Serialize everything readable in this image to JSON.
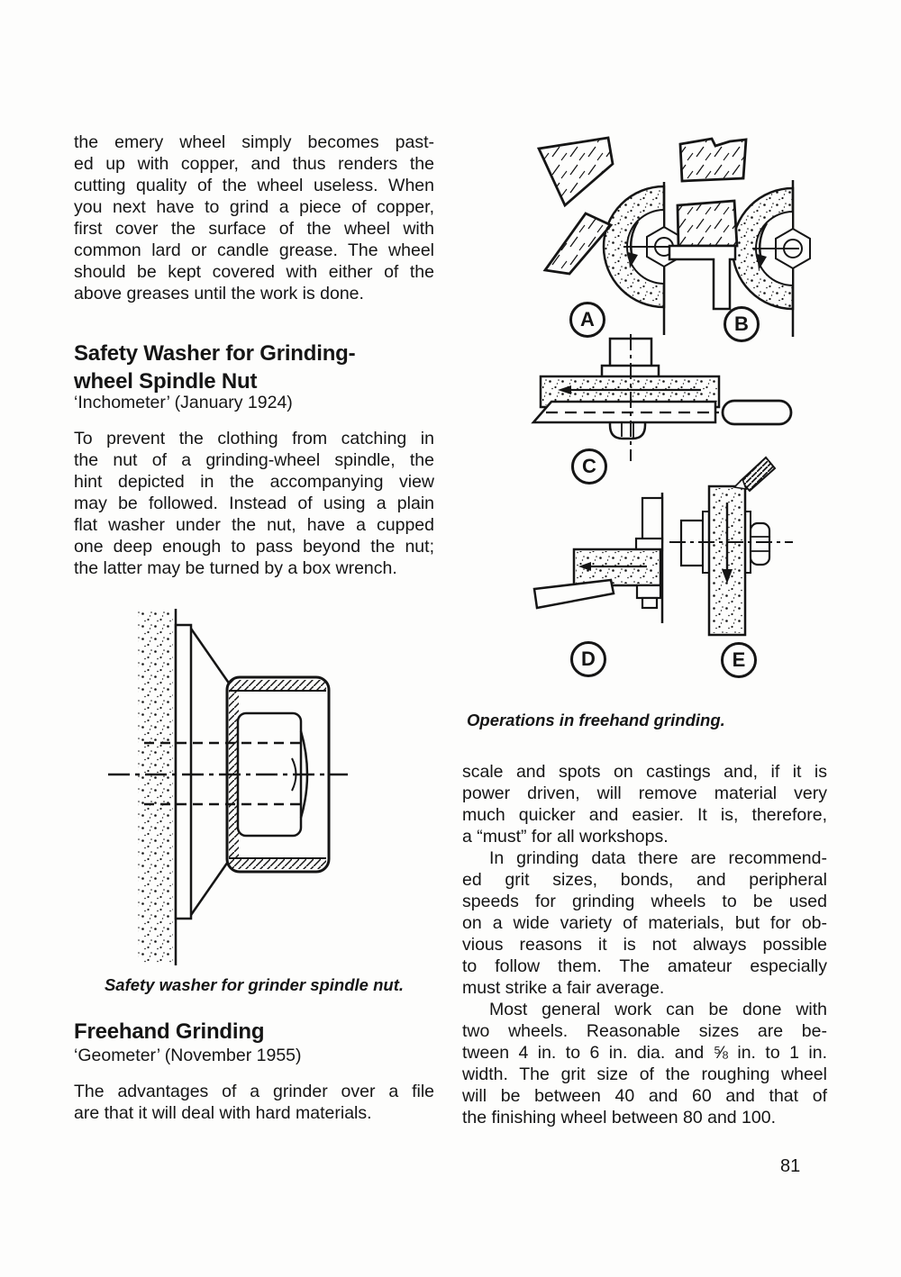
{
  "colors": {
    "ink": "#151515",
    "paper": "#fdfdfc"
  },
  "page_number": "81",
  "left_column": {
    "intro_para": {
      "lines": [
        "the emery wheel simply becomes past-",
        "ed up with copper, and thus renders the",
        "cutting quality of the wheel useless. When",
        "you next have to grind a piece of copper,",
        "first cover the surface of the wheel with",
        "common lard or candle grease. The wheel",
        "should be kept covered with either of the",
        "above greases until the work is done."
      ]
    },
    "section_safety_washer": {
      "title_lines": [
        "Safety Washer for Grinding-",
        "wheel Spindle Nut"
      ],
      "byline": "‘Inchometer’ (January 1924)",
      "body": {
        "lines": [
          "To prevent the clothing from catching in",
          "the nut of a grinding-wheel spindle, the",
          "hint depicted in the accompanying view",
          "may be followed. Instead of using a plain",
          "flat washer under the nut, have a cupped",
          "one deep enough to pass beyond the nut;",
          "the latter may be turned by a box wrench."
        ]
      },
      "figure_caption": "Safety washer for grinder spindle nut."
    },
    "section_freehand": {
      "title_lines": [
        "Freehand Grinding"
      ],
      "byline": "‘Geometer’ (November 1955)",
      "body": {
        "lines": [
          "The advantages of a grinder over a file",
          "are that it will deal with hard materials."
        ]
      }
    }
  },
  "right_column": {
    "figure": {
      "labels": [
        "A",
        "B",
        "C",
        "D",
        "E"
      ],
      "caption": "Operations in freehand grinding."
    },
    "para_continuation": {
      "lines": [
        "scale and spots on castings and, if it is",
        "power driven, will remove material very",
        "much quicker and easier. It is, therefore,",
        "a “must” for all workshops."
      ]
    },
    "para_grinding_data": {
      "lines": [
        "In grinding data there are recommend-",
        "ed grit sizes, bonds, and peripheral",
        "speeds for grinding wheels to be used",
        "on a wide variety of materials, but for ob-",
        "vious reasons it is not always possible",
        "to follow them. The amateur especially",
        "must strike a fair average."
      ]
    },
    "para_general_work": {
      "lines": [
        "Most general work can be done with",
        "two wheels. Reasonable sizes are be-",
        "tween 4 in. to 6 in. dia. and ⅝ in. to 1 in.",
        "width. The grit size of the roughing wheel",
        "will be between 40 and 60 and that of",
        "the finishing wheel between 80 and 100."
      ]
    }
  }
}
